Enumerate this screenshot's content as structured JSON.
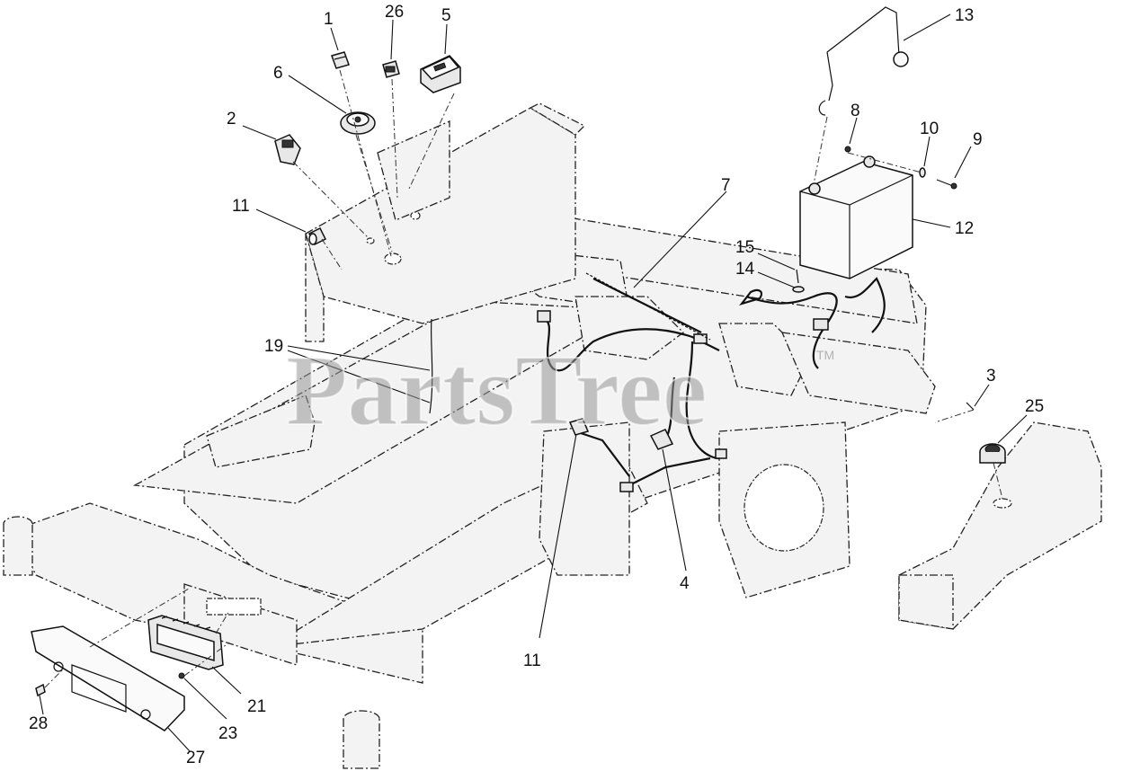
{
  "watermark": {
    "text": "PartsTree",
    "trademark": "TM"
  },
  "callouts": {
    "c1": "1",
    "c26": "26",
    "c5": "5",
    "c6": "6",
    "c2": "2",
    "c11a": "11",
    "c13": "13",
    "c8": "8",
    "c10": "10",
    "c9": "9",
    "c12": "12",
    "c7": "7",
    "c15": "15",
    "c14": "14",
    "c19": "19",
    "c3": "3",
    "c25": "25",
    "c4": "4",
    "c11b": "11",
    "c21": "21",
    "c23": "23",
    "c28": "28",
    "c27": "27"
  },
  "colors": {
    "line": "#111111",
    "frame_fill": "#f3f3f3",
    "watermark": "#969696"
  }
}
